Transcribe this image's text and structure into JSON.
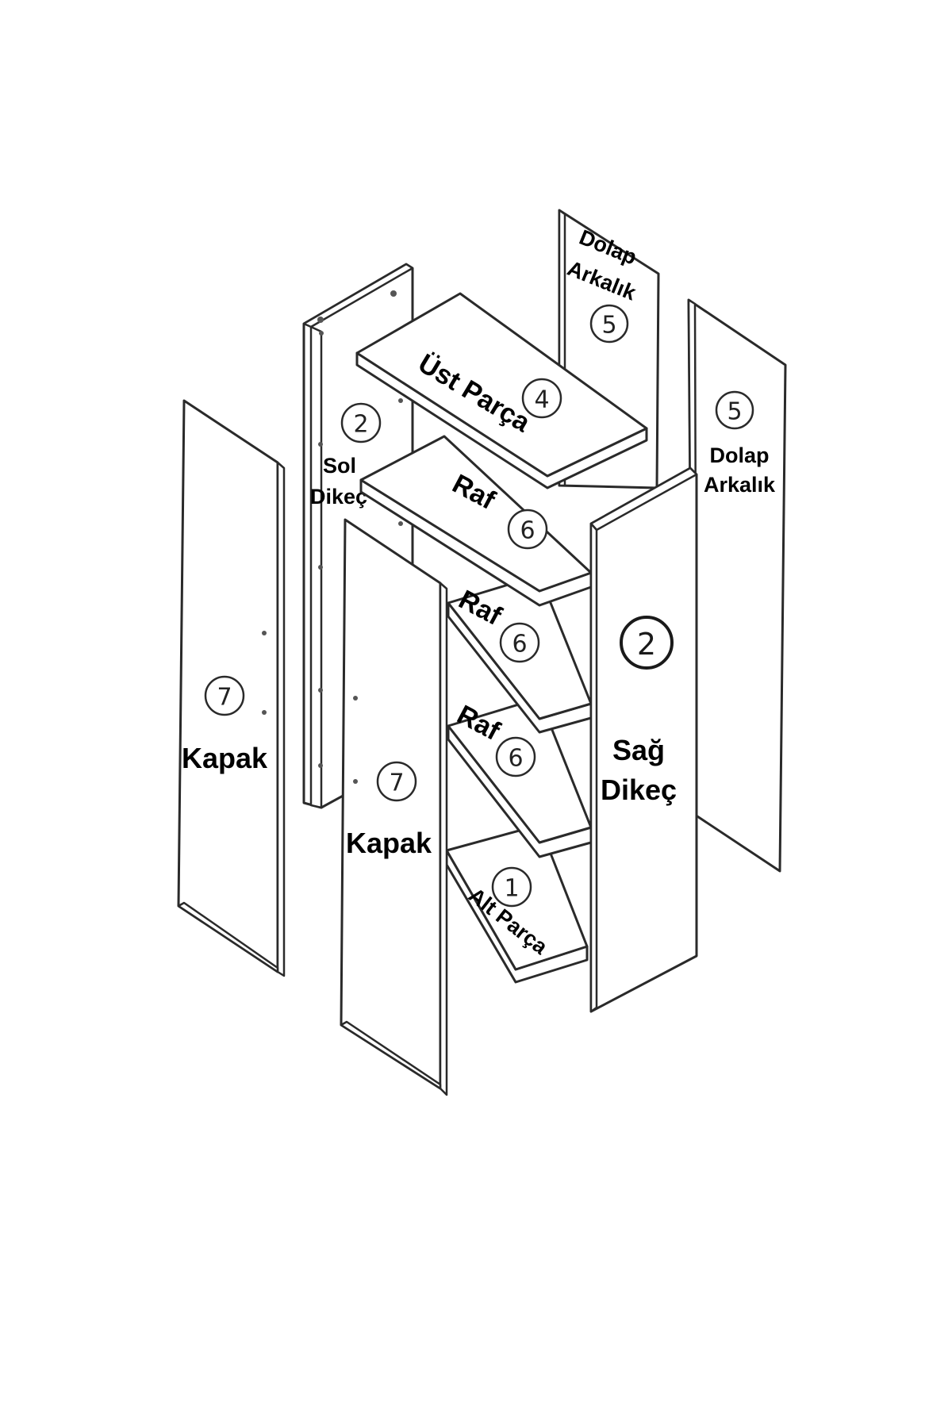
{
  "parts": {
    "left_door": {
      "number": "7",
      "label": "Kapak"
    },
    "left_side": {
      "number": "2",
      "label_line1": "Sol",
      "label_line2": "Dikeç"
    },
    "back_panel_a": {
      "number": "5",
      "label_line1": "Dolap",
      "label_line2": "Arkalık"
    },
    "back_panel_b": {
      "number": "5",
      "label_line1": "Dolap",
      "label_line2": "Arkalık"
    },
    "top": {
      "number": "4",
      "label": "Üst Parça"
    },
    "shelf_1": {
      "number": "6",
      "label": "Raf"
    },
    "shelf_2": {
      "number": "6",
      "label": "Raf"
    },
    "shelf_3": {
      "number": "6",
      "label": "Raf"
    },
    "bottom": {
      "number": "1",
      "label": "Alt Parça"
    },
    "right_side": {
      "number": "2",
      "label_line1": "Sağ",
      "label_line2": "Dikeç"
    },
    "front_door": {
      "number": "7",
      "label": "Kapak"
    }
  }
}
